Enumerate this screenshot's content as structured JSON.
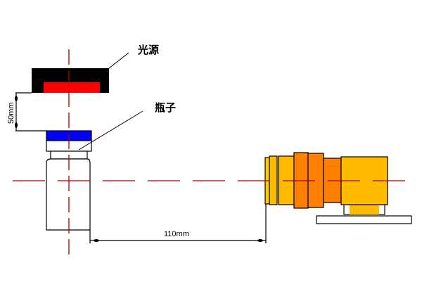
{
  "labels": {
    "light_source": "光源",
    "bottle": "瓶子",
    "vertical_distance": "50mm",
    "horizontal_distance": "110mm"
  },
  "colors": {
    "light_housing": "#000000",
    "light_emitter": "#ff0000",
    "bottle_cap": "#0000ff",
    "centerline": "#b00000",
    "camera_orange": "#ff8000",
    "camera_yellow": "#ffbb00"
  }
}
